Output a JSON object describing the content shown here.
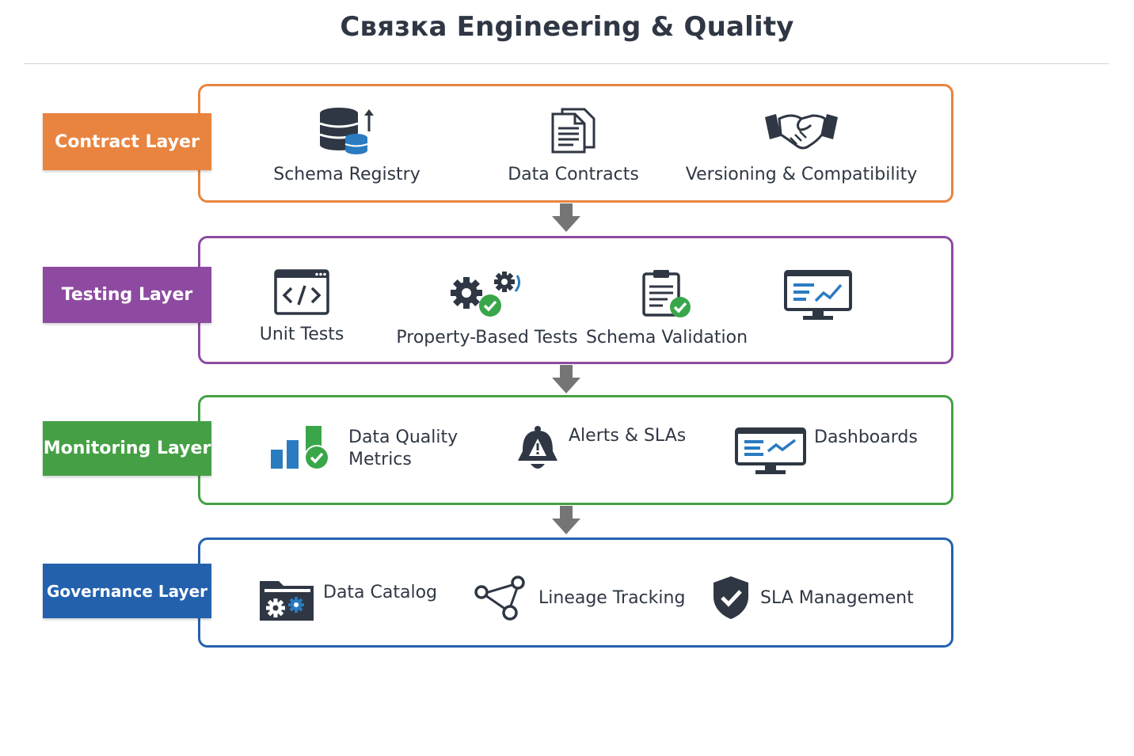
{
  "title": "Связка Engineering & Quality",
  "colors": {
    "contract": "#e8843f",
    "testing": "#8e4aa0",
    "monitoring": "#45a045",
    "governance": "#2461ad",
    "arrow": "#757575",
    "icon_dark": "#2f3744",
    "icon_blue": "#2a7bc0",
    "icon_green": "#3aa64a"
  },
  "layers": [
    {
      "label": "Contract Layer",
      "items": [
        {
          "label": "Schema Registry",
          "icon": "database-registry-icon"
        },
        {
          "label": "Data Contracts",
          "icon": "documents-icon"
        },
        {
          "label": "Versioning & Compatibility",
          "icon": "handshake-icon"
        }
      ]
    },
    {
      "label": "Testing Layer",
      "items": [
        {
          "label": "Unit Tests",
          "icon": "code-window-icon"
        },
        {
          "label": "Property-Based Tests",
          "icon": "gears-check-icon"
        },
        {
          "label": "Schema Validation",
          "icon": "clipboard-check-icon"
        },
        {
          "label": "",
          "icon": "monitor-chart-icon"
        }
      ]
    },
    {
      "label": "Monitoring Layer",
      "items": [
        {
          "label": "Data Quality Metrics",
          "line1": "Data Quality",
          "line2": "Metrics",
          "icon": "bar-chart-check-icon"
        },
        {
          "label": "Alerts & SLAs",
          "icon": "bell-alert-icon"
        },
        {
          "label": "Dashboards",
          "icon": "dashboard-monitor-icon"
        }
      ]
    },
    {
      "label": "Governance Layer",
      "items": [
        {
          "label": "Data Catalog",
          "icon": "folder-gears-icon"
        },
        {
          "label": "Lineage Tracking",
          "icon": "lineage-nodes-icon"
        },
        {
          "label": "SLA Management",
          "icon": "shield-check-icon"
        }
      ]
    }
  ]
}
